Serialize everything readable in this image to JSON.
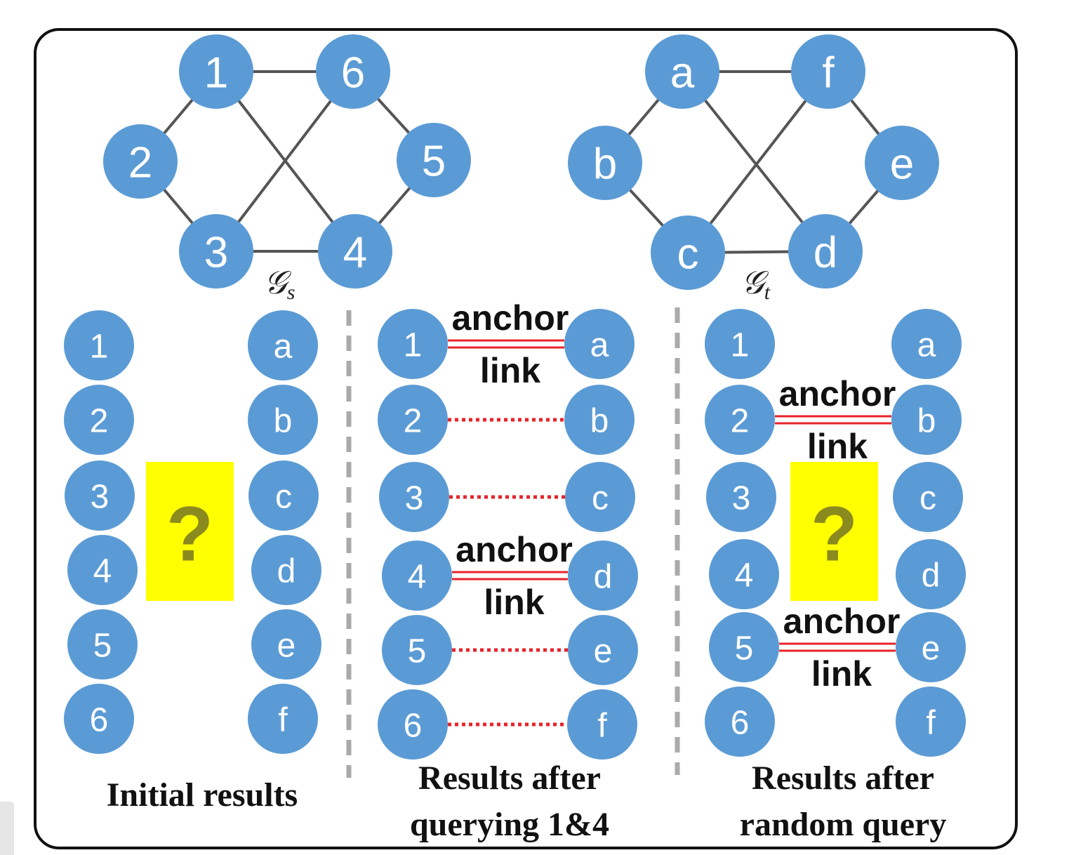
{
  "graph_s": {
    "label": "𝒢",
    "subscript": "s",
    "nodes": [
      "1",
      "2",
      "3",
      "4",
      "5",
      "6"
    ]
  },
  "graph_t": {
    "label": "𝒢",
    "subscript": "t",
    "nodes": [
      "a",
      "b",
      "c",
      "d",
      "e",
      "f"
    ]
  },
  "panels": [
    {
      "caption_lines": [
        "Initial results"
      ],
      "left_nodes": [
        "1",
        "2",
        "3",
        "4",
        "5",
        "6"
      ],
      "right_nodes": [
        "a",
        "b",
        "c",
        "d",
        "e",
        "f"
      ],
      "unknown_mark": "?",
      "links": []
    },
    {
      "caption_lines": [
        "Results after",
        "querying  1&4"
      ],
      "left_nodes": [
        "1",
        "2",
        "3",
        "4",
        "5",
        "6"
      ],
      "right_nodes": [
        "a",
        "b",
        "c",
        "d",
        "e",
        "f"
      ],
      "links": [
        {
          "from": "1",
          "to": "a",
          "kind": "anchor",
          "label_top": "anchor",
          "label_bottom": "link"
        },
        {
          "from": "2",
          "to": "b",
          "kind": "dotted"
        },
        {
          "from": "3",
          "to": "c",
          "kind": "dotted"
        },
        {
          "from": "4",
          "to": "d",
          "kind": "anchor",
          "label_top": "anchor",
          "label_bottom": "link"
        },
        {
          "from": "5",
          "to": "e",
          "kind": "dotted"
        },
        {
          "from": "6",
          "to": "f",
          "kind": "dotted"
        }
      ]
    },
    {
      "caption_lines": [
        "Results after",
        "random query"
      ],
      "left_nodes": [
        "1",
        "2",
        "3",
        "4",
        "5",
        "6"
      ],
      "right_nodes": [
        "a",
        "b",
        "c",
        "d",
        "e",
        "f"
      ],
      "unknown_mark": "?",
      "links": [
        {
          "from": "2",
          "to": "b",
          "kind": "anchor",
          "label_top": "anchor",
          "label_bottom": "link"
        },
        {
          "from": "5",
          "to": "e",
          "kind": "anchor",
          "label_top": "anchor",
          "label_bottom": "link"
        }
      ]
    }
  ],
  "colors": {
    "node_fill": "#5b9bd5",
    "anchor_link": "#e8232a",
    "unknown_box": "#ffff00",
    "question_mark": "#8b8a1e",
    "divider": "#aaaaaa"
  }
}
